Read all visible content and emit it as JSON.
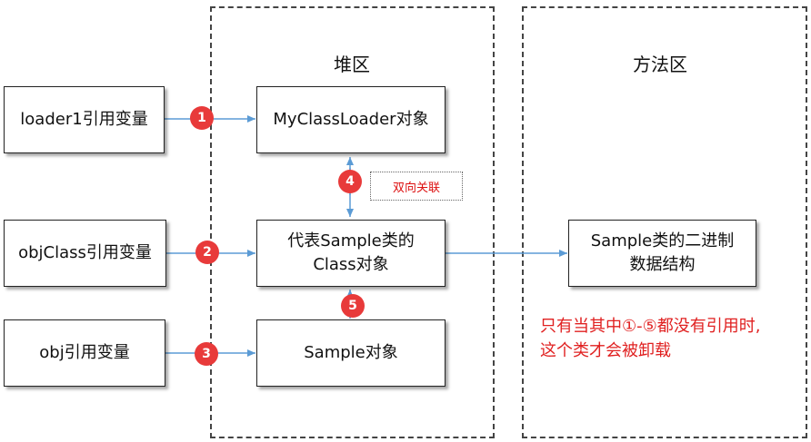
{
  "regions": {
    "heap_title": "堆区",
    "method_area_title": "方法区"
  },
  "references": {
    "loader1": "loader1引用变量",
    "objclass": "objClass引用变量",
    "obj": "obj引用变量"
  },
  "heap_objects": {
    "loader_object": "MyClassLoader对象",
    "class_object_line1": "代表Sample类的",
    "class_object_line2": "Class对象",
    "sample_object": "Sample对象"
  },
  "method_area": {
    "binary_line1": "Sample类的二进制",
    "binary_line2": "数据结构"
  },
  "badges": {
    "b1": "1",
    "b2": "2",
    "b3": "3",
    "b4": "4",
    "b5": "5"
  },
  "bidirectional_label": "双向关联",
  "unload_note": {
    "line1": "只有当其中①-⑤都没有引用时,",
    "line2": "这个类才会被卸载"
  },
  "colors": {
    "arrow": "#5b9bd5",
    "badge": "#e83a3a",
    "note_text": "#e02020"
  }
}
